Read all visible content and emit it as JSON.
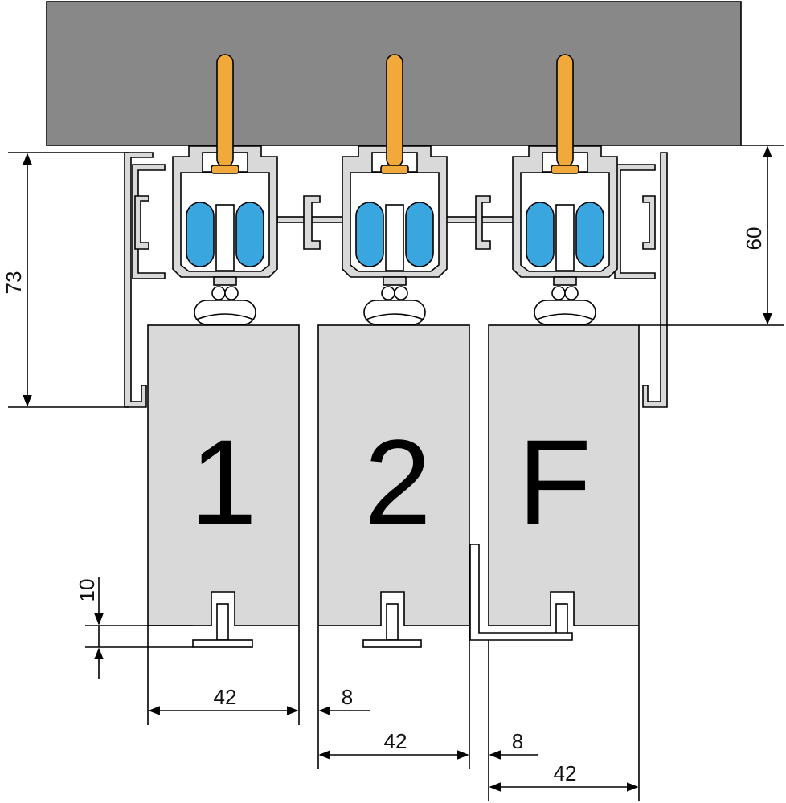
{
  "colors": {
    "ceiling": "#888888",
    "bolt": "#f2a93b",
    "wheel": "#3aa6e0",
    "panel": "#d9d9d9",
    "profile": "#d9d9d9",
    "line": "#000000"
  },
  "panels": [
    {
      "label": "1"
    },
    {
      "label": "2"
    },
    {
      "label": "F"
    }
  ],
  "dimensions": {
    "total_height": "73",
    "carriage_height": "60",
    "guide_offset": "10",
    "panel1_width": "42",
    "gap1": "8",
    "panel2_width": "42",
    "gap2": "8",
    "panel3_width": "42"
  }
}
